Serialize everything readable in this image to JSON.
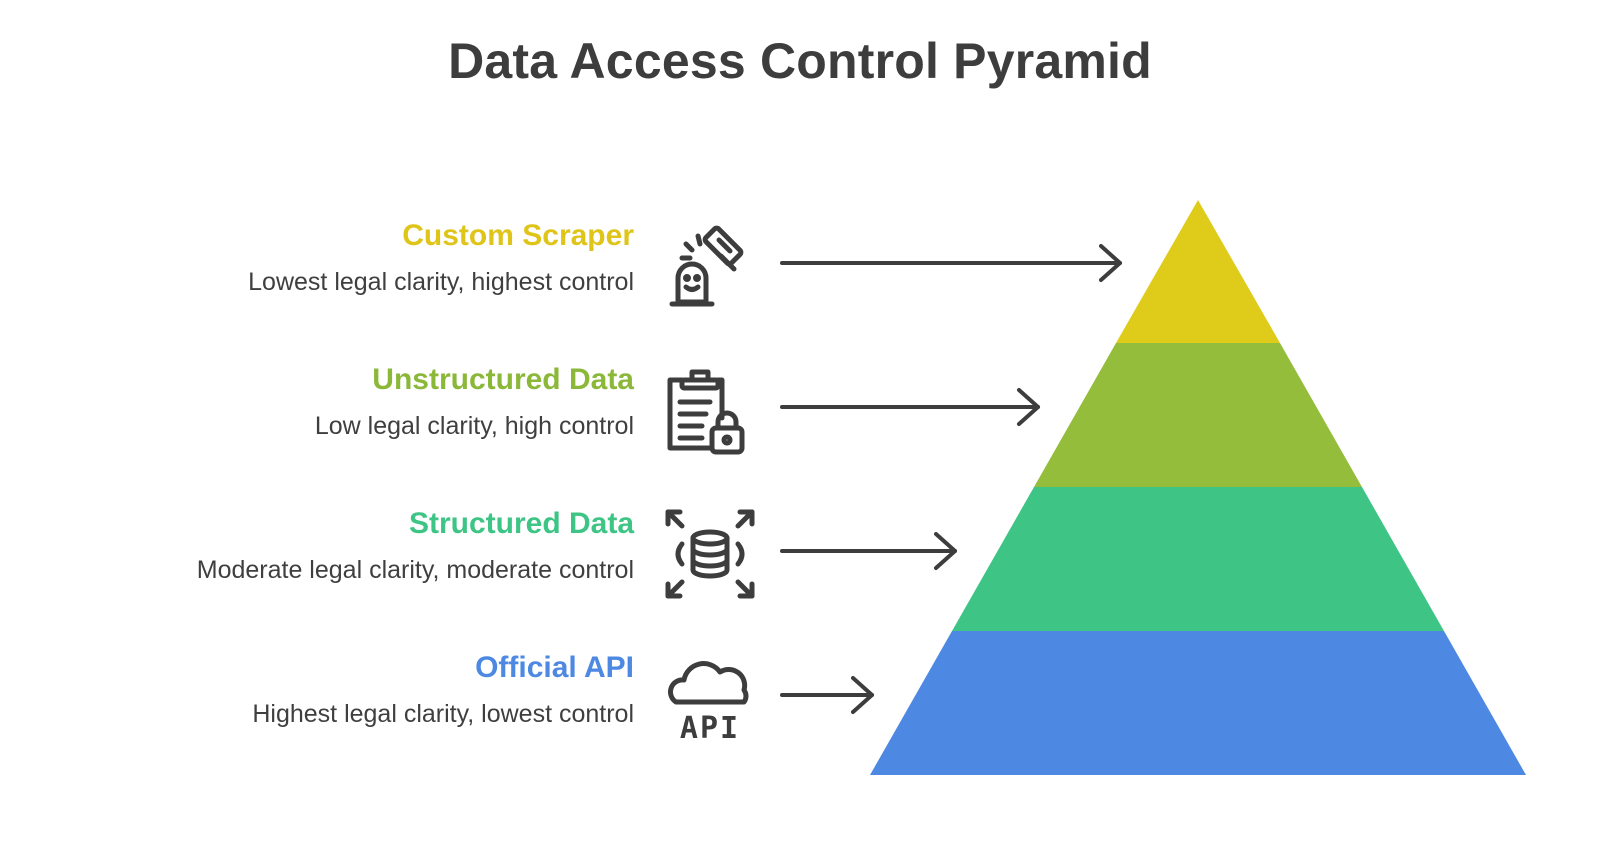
{
  "title": "Data Access Control Pyramid",
  "levels": [
    {
      "title": "Custom Scraper",
      "description": "Lowest legal clarity, highest control",
      "color": "#dfcb19",
      "icon": "gavel-icon"
    },
    {
      "title": "Unstructured Data",
      "description": "Low legal clarity, high control",
      "color": "#93bd3b",
      "icon": "clipboard-lock-icon"
    },
    {
      "title": "Structured Data",
      "description": "Moderate legal clarity, moderate control",
      "color": "#3ec585",
      "icon": "database-expand-icon"
    },
    {
      "title": "Official API",
      "description": "Highest legal clarity, lowest control",
      "color": "#4d88e3",
      "icon": "cloud-api-icon",
      "icon_text": "API"
    }
  ]
}
